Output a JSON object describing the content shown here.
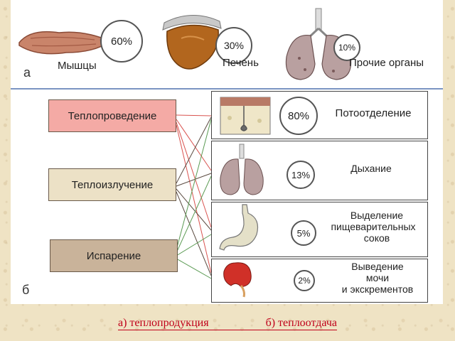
{
  "section_a": {
    "letter": "а",
    "organs": [
      {
        "name": "Мышцы",
        "percent": "60%",
        "icon": "muscle-icon"
      },
      {
        "name": "Печень",
        "percent": "30%",
        "icon": "liver-icon"
      },
      {
        "name": "Прочие органы",
        "percent": "10%",
        "icon": "lungs-icon"
      }
    ]
  },
  "section_b": {
    "letter": "б",
    "mechanisms": [
      {
        "label": "Теплопроведение",
        "color": "#f4aaa5"
      },
      {
        "label": "Теплоизлучение",
        "color": "#ece1c6"
      },
      {
        "label": "Испарение",
        "color": "#c9b39a"
      }
    ],
    "outputs": [
      {
        "lines": [
          "Потоотделение"
        ],
        "percent": "80%",
        "icon": "skin-icon"
      },
      {
        "lines": [
          "Дыхание"
        ],
        "percent": "13%",
        "icon": "lungs-icon"
      },
      {
        "lines": [
          "Выделение",
          "пищеварительных",
          "соков"
        ],
        "percent": "5%",
        "icon": "stomach-icon"
      },
      {
        "lines": [
          "Выведение",
          "мочи",
          "и экскрементов"
        ],
        "percent": "2%",
        "icon": "kidney-icon"
      }
    ]
  },
  "caption": {
    "part_a": "а) теплопродукция",
    "part_b": "б) теплоотдача"
  },
  "colors": {
    "line_red": "#d9534f",
    "line_green": "#5a9a52",
    "line_dark": "#5a4a40",
    "divider": "#7a94c2",
    "caption": "#c0001a"
  }
}
